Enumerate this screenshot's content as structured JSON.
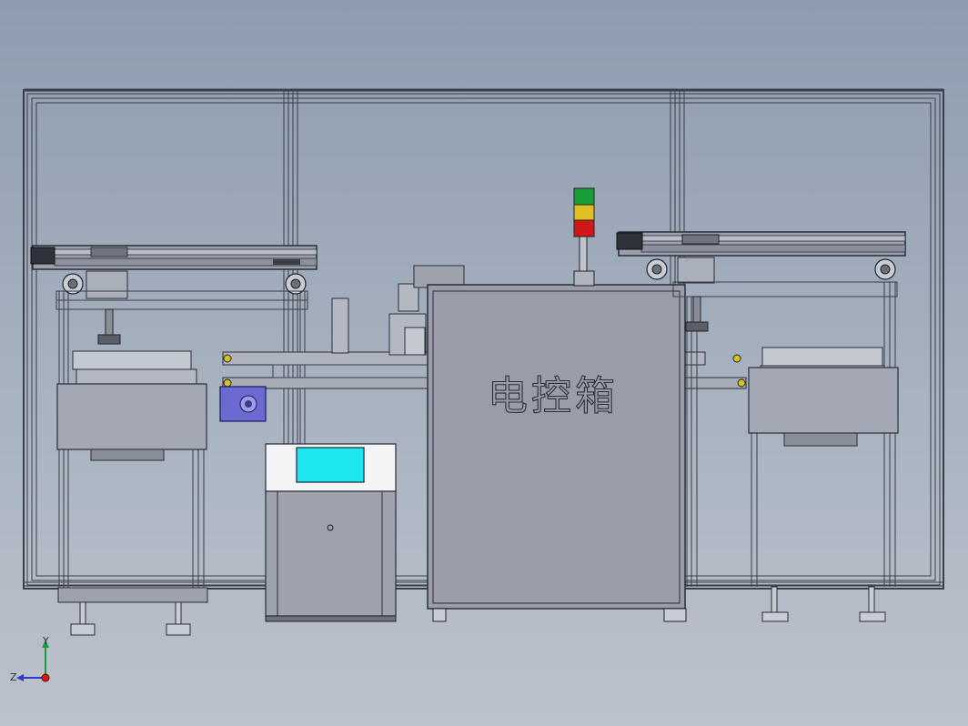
{
  "cabinet": {
    "label": "电控箱"
  },
  "triad": {
    "y_label": "Y",
    "z_label": "Z"
  },
  "colors": {
    "frame": "#3a3e46",
    "panel": "#9a9caa",
    "screen": "#1ee6ee",
    "motor": "#6a6ad0",
    "light_green": "#1a9e3a",
    "light_yellow": "#e0c020",
    "light_red": "#d01818"
  }
}
